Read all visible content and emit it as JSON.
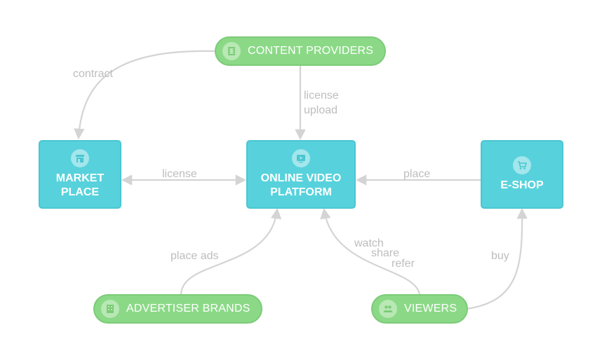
{
  "nodes": {
    "content_providers": {
      "label": "CONTENT PROVIDERS",
      "icon": "film-icon"
    },
    "marketplace": {
      "label": "MARKET\nPLACE",
      "icon": "shop-icon"
    },
    "platform": {
      "label": "ONLINE VIDEO\nPLATFORM",
      "icon": "video-screen-icon"
    },
    "eshop": {
      "label": "E-SHOP",
      "icon": "cart-icon"
    },
    "advertisers": {
      "label": "ADVERTISER BRANDS",
      "icon": "building-icon"
    },
    "viewers": {
      "label": "VIEWERS",
      "icon": "people-icon"
    }
  },
  "edges": {
    "contract": "contract",
    "license_upload_1": "license",
    "license_upload_2": "upload",
    "license": "license",
    "place": "place",
    "place_ads": "place ads",
    "watch": "watch",
    "share": "share",
    "refer": "refer",
    "buy": "buy"
  },
  "colors": {
    "pill_fill": "#8bd987",
    "box_fill": "#57d2dc",
    "edge": "#d4d4d4",
    "edge_label": "#bdbdbd"
  }
}
